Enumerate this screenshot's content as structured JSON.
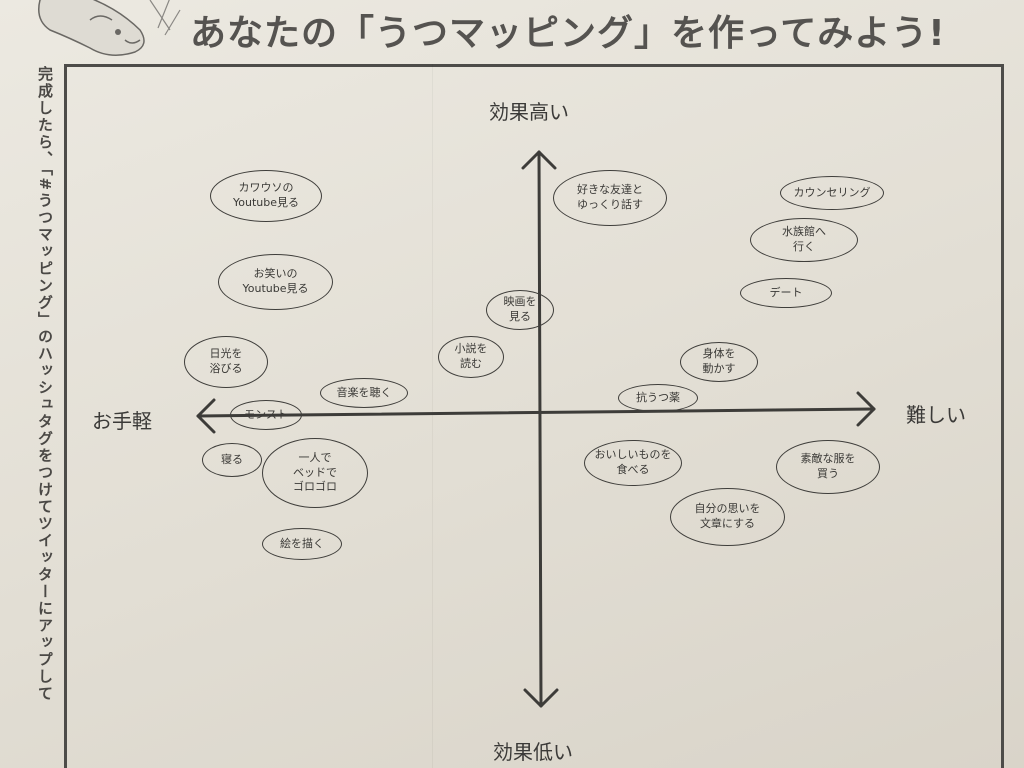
{
  "header": {
    "title": "あなたの「うつマッピング」を作ってみよう!"
  },
  "sidebar": {
    "text": "完成したら、「#うつマッピング」のハッシュタグをつけてツイッターにアップして"
  },
  "axes": {
    "top": "効果高い",
    "bottom": "効果低い",
    "left": "お手軽",
    "right": "難しい"
  },
  "items": [
    {
      "id": "kawauso",
      "text": "カワウソの\nYoutube見る"
    },
    {
      "id": "owarai",
      "text": "お笑いの\nYoutube見る"
    },
    {
      "id": "nikko",
      "text": "日光を\n浴びる"
    },
    {
      "id": "monst",
      "text": "モンスト"
    },
    {
      "id": "ongaku",
      "text": "音楽を聴く"
    },
    {
      "id": "neru",
      "text": "寝る"
    },
    {
      "id": "goro",
      "text": "一人で\nベッドで\nゴロゴロ"
    },
    {
      "id": "e",
      "text": "絵を描く"
    },
    {
      "id": "eiga",
      "text": "映画を\n見る"
    },
    {
      "id": "shosetsu",
      "text": "小説を\n読む"
    },
    {
      "id": "tomodachi",
      "text": "好きな友達と\nゆっくり話す"
    },
    {
      "id": "counseling",
      "text": "カウンセリング"
    },
    {
      "id": "suizokukan",
      "text": "水族館へ\n行く"
    },
    {
      "id": "date",
      "text": "デート"
    },
    {
      "id": "karada",
      "text": "身体を\n動かす"
    },
    {
      "id": "kouutsu",
      "text": "抗うつ薬"
    },
    {
      "id": "oishii",
      "text": "おいしいものを\n食べる"
    },
    {
      "id": "fuku",
      "text": "素敵な服を\n買う"
    },
    {
      "id": "bunsho",
      "text": "自分の思いを\n文章にする"
    }
  ]
}
